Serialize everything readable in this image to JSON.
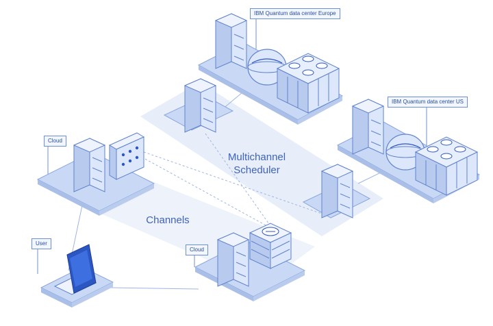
{
  "labels": {
    "europe_dc": "IBM Quantum data center  Europe",
    "us_dc": "IBM Quantum data center  US",
    "cloud_left": "Cloud",
    "cloud_bottom": "Cloud",
    "user": "User",
    "scheduler_line1": "Multichannel",
    "scheduler_line2": "Scheduler",
    "channels": "Channels"
  },
  "colors": {
    "platform_top": "#c9d9f5",
    "platform_side": "#a9bfe8",
    "server_front": "#dce7fb",
    "server_side": "#b8cbef",
    "outline": "#5f82cc",
    "dark_blue": "#2c56c2",
    "label_text": "#3f63b8"
  },
  "icons": {
    "server": "server-rack-icon",
    "quantum": "quantum-computer-icon",
    "laptop": "laptop-icon",
    "storage": "storage-stack-icon"
  }
}
